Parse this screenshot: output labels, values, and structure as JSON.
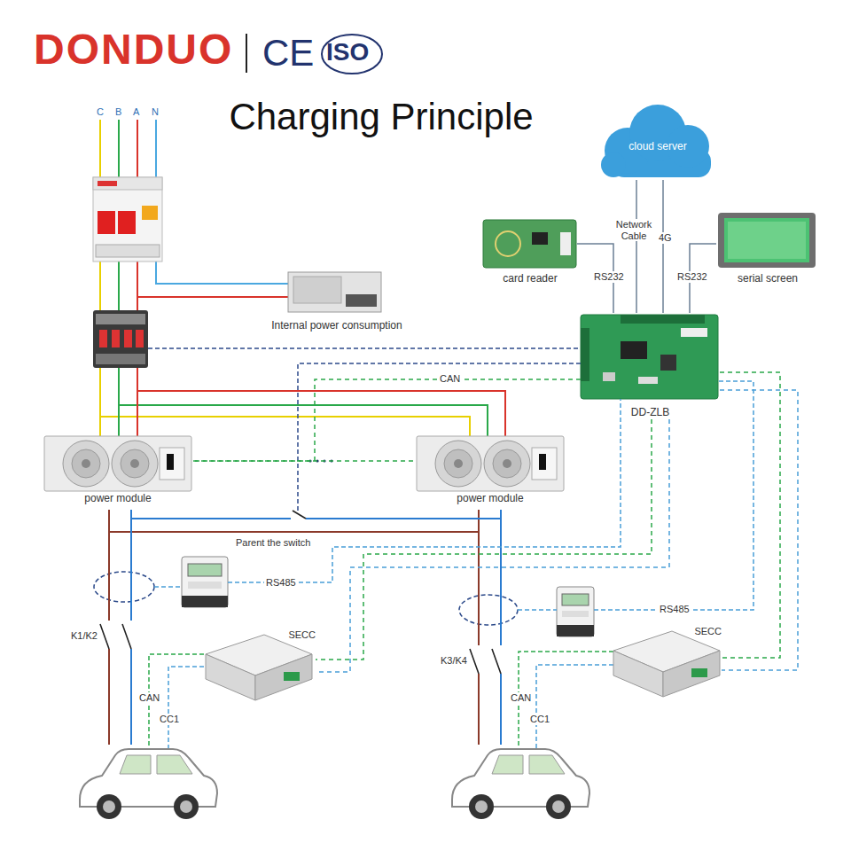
{
  "diagram": {
    "title": "Charging Principle",
    "nodes": [
      {
        "text": [
          "cloud server"
        ]
      },
      {
        "text": [
          "card reader"
        ]
      },
      {
        "text": [
          "serial screen"
        ]
      },
      {
        "text": [
          "Internal power consumption"
        ]
      },
      {
        "text": [
          "DD-ZLB"
        ]
      },
      {
        "text": [
          "power module"
        ]
      },
      {
        "text": [
          "power module"
        ]
      },
      {
        "text": [
          "SECC"
        ]
      },
      {
        "text": [
          "SECC"
        ]
      }
    ],
    "edges": [
      {
        "from": 0,
        "to": 4,
        "label": "Network Cable",
        "arrow": "none"
      },
      {
        "from": 0,
        "to": 4,
        "label": "4G",
        "arrow": "none"
      },
      {
        "from": 1,
        "to": 4,
        "label": "RS232",
        "arrow": "none"
      },
      {
        "from": 2,
        "to": 4,
        "label": "RS232",
        "arrow": "none"
      },
      {
        "from": 4,
        "to": 5,
        "label": "CAN",
        "arrow": "none"
      },
      {
        "from": 5,
        "to": 6,
        "arrow": "none"
      },
      {
        "from": 4,
        "to": 7,
        "arrow": "none"
      },
      {
        "from": 4,
        "to": 8,
        "arrow": "none"
      },
      {
        "from": 4,
        "to": 7,
        "arrow": "none"
      },
      {
        "from": 4,
        "to": 8,
        "arrow": "none"
      }
    ],
    "labels": [
      "DONDUO",
      "CE",
      "ISO",
      "C",
      "B",
      "A",
      "N",
      "Parent the switch",
      "RS485",
      "K1/K2",
      "CAN",
      "CC1",
      "RS485",
      "K3/K4",
      "CAN",
      "CC1"
    ]
  }
}
